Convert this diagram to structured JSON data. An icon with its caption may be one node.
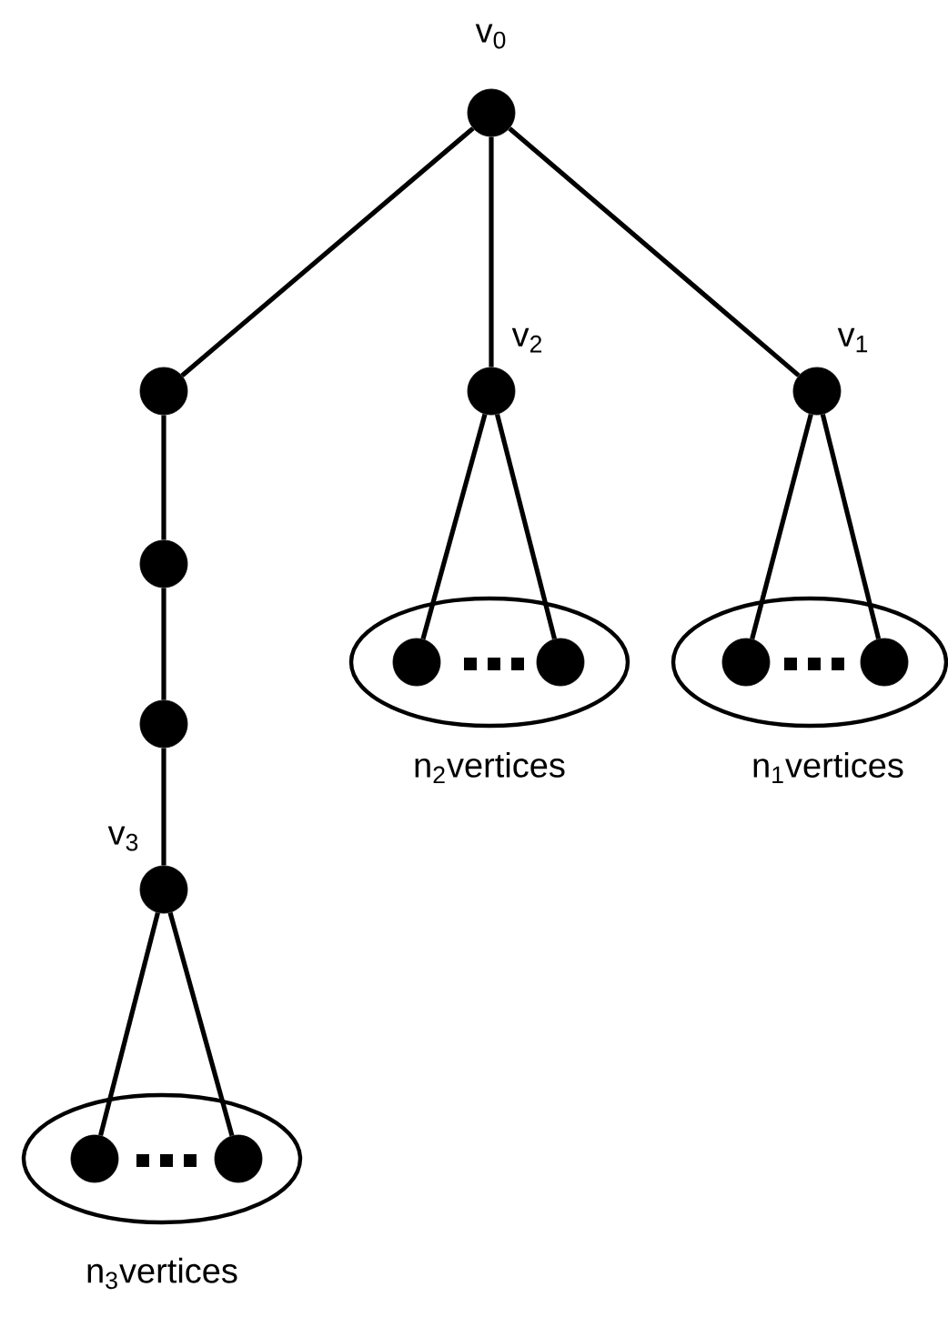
{
  "diagram": {
    "nodes": [
      {
        "text": [],
        "shape": "circle",
        "beside": [
          "v$_{0}$"
        ]
      },
      {
        "text": [],
        "shape": "circle"
      },
      {
        "text": [],
        "shape": "circle",
        "beside": [
          "v$_{2}$"
        ]
      },
      {
        "text": [],
        "shape": "circle",
        "beside": [
          "v$_{1}$"
        ]
      },
      {
        "text": [],
        "shape": "circle"
      },
      {
        "text": [],
        "shape": "circle"
      },
      {
        "text": [],
        "shape": "ellipse",
        "beside": [
          "n$_{2}$vertices"
        ]
      },
      {
        "text": [],
        "shape": "circle",
        "in": 6
      },
      {
        "text": [],
        "shape": "circle",
        "in": 6
      },
      {
        "text": [],
        "shape": "ellipse",
        "beside": [
          "n$_{1}$vertices"
        ]
      },
      {
        "text": [],
        "shape": "circle",
        "in": 9
      },
      {
        "text": [],
        "shape": "circle",
        "in": 9
      },
      {
        "text": [],
        "shape": "circle",
        "beside": [
          "v$_{3}$"
        ]
      },
      {
        "text": [],
        "shape": "ellipse",
        "beside": [
          "n$_{3}$vertices"
        ]
      },
      {
        "text": [],
        "shape": "circle",
        "in": 13
      },
      {
        "text": [],
        "shape": "circle",
        "in": 13
      }
    ],
    "edges": [
      {
        "from": 0,
        "to": 1,
        "arrow": "none"
      },
      {
        "from": 0,
        "to": 2,
        "arrow": "none"
      },
      {
        "from": 0,
        "to": 3,
        "arrow": "none"
      },
      {
        "from": 1,
        "to": 4,
        "arrow": "none"
      },
      {
        "from": 4,
        "to": 5,
        "arrow": "none"
      },
      {
        "from": 5,
        "to": 12,
        "arrow": "none"
      },
      {
        "from": 2,
        "to": 7,
        "arrow": "none"
      },
      {
        "from": 2,
        "to": 8,
        "arrow": "none"
      },
      {
        "from": 3,
        "to": 10,
        "arrow": "none"
      },
      {
        "from": 3,
        "to": 11,
        "arrow": "none"
      },
      {
        "from": 12,
        "to": 14,
        "arrow": "none"
      },
      {
        "from": 12,
        "to": 15,
        "arrow": "none"
      }
    ]
  }
}
